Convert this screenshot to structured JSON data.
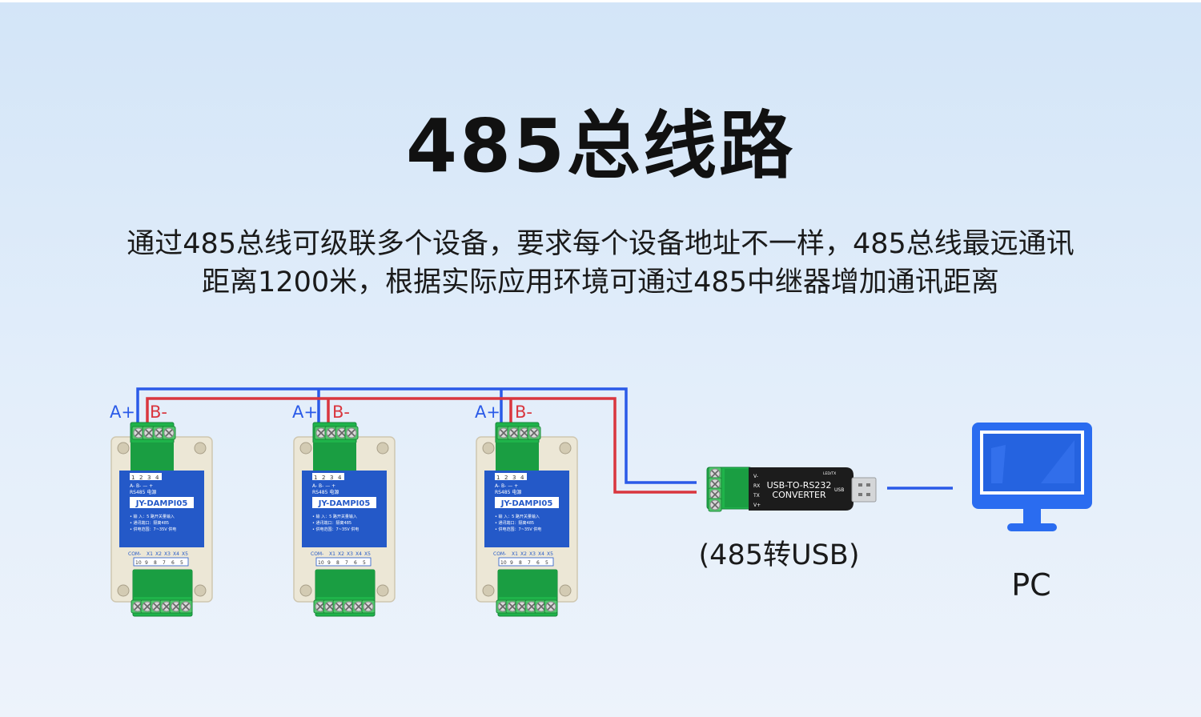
{
  "title": "485总线路",
  "description": {
    "line1": "通过485总线可级联多个设备，要求每个设备地址不一样，485总线最远通讯",
    "line2": "距离1200米，根据实际应用环境可通过485中继器增加通讯距离"
  },
  "colors": {
    "wire_a": "#2a5ae8",
    "wire_b": "#d9363e",
    "module_blue": "#2459c8",
    "module_shell": "#ece7d6",
    "terminal_green": "#1fb34a",
    "pc_blue": "#2a6cf0"
  },
  "modules": [
    {
      "a_label": "A+",
      "b_label": "B-",
      "top_pins": [
        "1",
        "2",
        "3",
        "4"
      ],
      "top_pin_labels": "A-  B-   —  +",
      "top_group_labels": "RS485     电源",
      "model": "JY-DAMPI05",
      "specs": [
        "• 输    入：5 路开关量输入",
        "• 通讯端口：隔离485",
        "• 供电范围：7~35V 供电"
      ],
      "bottom_labels": [
        "COM-",
        "X1",
        "X2",
        "X3",
        "X4",
        "X5"
      ],
      "bottom_pins": [
        "10",
        "9",
        "8",
        "7",
        "6",
        "5"
      ]
    },
    {
      "a_label": "A+",
      "b_label": "B-",
      "top_pins": [
        "1",
        "2",
        "3",
        "4"
      ],
      "top_pin_labels": "A-  B-   —  +",
      "top_group_labels": "RS485     电源",
      "model": "JY-DAMPI05",
      "specs": [
        "• 输    入：5 路开关量输入",
        "• 通讯端口：隔离485",
        "• 供电范围：7~35V 供电"
      ],
      "bottom_labels": [
        "COM-",
        "X1",
        "X2",
        "X3",
        "X4",
        "X5"
      ],
      "bottom_pins": [
        "10",
        "9",
        "8",
        "7",
        "6",
        "5"
      ]
    },
    {
      "a_label": "A+",
      "b_label": "B-",
      "top_pins": [
        "1",
        "2",
        "3",
        "4"
      ],
      "top_pin_labels": "A-  B-   —  +",
      "top_group_labels": "RS485     电源",
      "model": "JY-DAMPI05",
      "specs": [
        "• 输    入：5 路开关量输入",
        "• 通讯端口：隔离485",
        "• 供电范围：7~35V 供电"
      ],
      "bottom_labels": [
        "COM-",
        "X1",
        "X2",
        "X3",
        "X4",
        "X5"
      ],
      "bottom_pins": [
        "10",
        "9",
        "8",
        "7",
        "6",
        "5"
      ]
    }
  ],
  "converter": {
    "label_line1": "USB-TO-RS232",
    "label_line2": "CONVERTER",
    "pin_labels": [
      "V-",
      "RX",
      "TX",
      "V+"
    ],
    "led_label": "LED/TX",
    "usb_label": "USB",
    "caption": "(485转USB)"
  },
  "pc": {
    "label": "PC"
  }
}
